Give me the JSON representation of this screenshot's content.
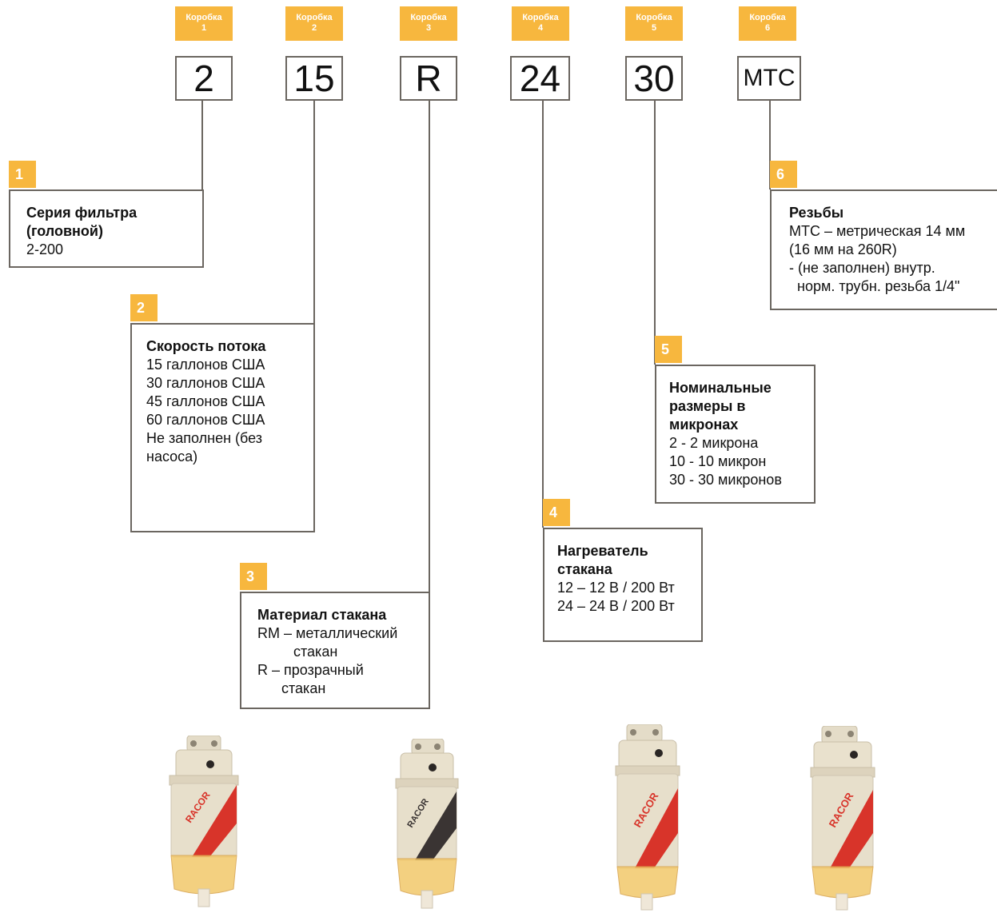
{
  "colors": {
    "accent": "#f7b73e",
    "line": "#6b6660"
  },
  "tags": [
    {
      "label": "Коробка",
      "num": "1"
    },
    {
      "label": "Коробка",
      "num": "2"
    },
    {
      "label": "Коробка",
      "num": "3"
    },
    {
      "label": "Коробка",
      "num": "4"
    },
    {
      "label": "Коробка",
      "num": "5"
    },
    {
      "label": "Коробка",
      "num": "6"
    }
  ],
  "codes": [
    "2",
    "15",
    "R",
    "24",
    "30",
    "MTC"
  ],
  "sections": [
    {
      "num": "1",
      "title": [
        "Серия фильтра",
        "(головной)"
      ],
      "lines": [
        "2-200"
      ]
    },
    {
      "num": "2",
      "title": [
        "Скорость потока"
      ],
      "lines": [
        "15 галлонов США",
        "30 галлонов США",
        "45 галлонов США",
        "60 галлонов США",
        "Не заполнен (без",
        "насоса)"
      ]
    },
    {
      "num": "3",
      "title": [
        "Материал стакана"
      ],
      "lines": [
        "RM – металлический",
        "         стакан",
        "R – прозрачный",
        "      стакан"
      ]
    },
    {
      "num": "4",
      "title": [
        "Нагреватель",
        "стакана"
      ],
      "lines": [
        "12 – 12 В / 200 Вт",
        "24 – 24 В / 200 Вт"
      ]
    },
    {
      "num": "5",
      "title": [
        "Номинальные",
        "размеры в",
        "микронах"
      ],
      "lines": [
        "2 - 2 микрона",
        "10 - 10 микрон",
        "30 - 30 микронов"
      ]
    },
    {
      "num": "6",
      "title": [
        "Резьбы"
      ],
      "lines": [
        "MTC – метрическая 14 мм",
        "(16 мм на 260R)",
        "- (не заполнен) внутр.",
        "  норм. трубн. резьба 1/4\""
      ]
    }
  ],
  "products": [
    {
      "logo": "RACOR",
      "label_color": "#d8342a"
    },
    {
      "logo": "RACOR",
      "label_color": "#3a3433"
    },
    {
      "logo": "RACOR",
      "label_color": "#d8342a"
    },
    {
      "logo": "RACOR",
      "label_color": "#d8342a"
    }
  ]
}
